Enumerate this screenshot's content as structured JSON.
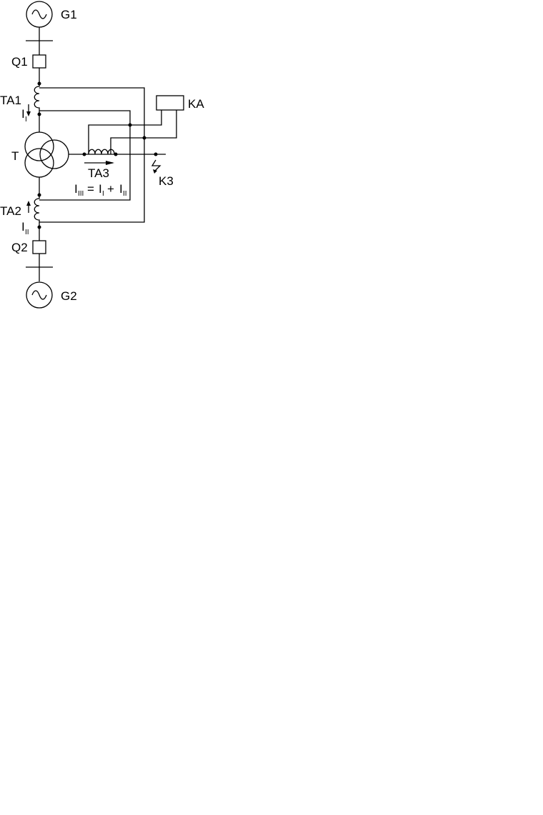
{
  "labels": {
    "g1": "G1",
    "g2": "G2",
    "q1": "Q1",
    "q2": "Q2",
    "ta1": "TA1",
    "ta2": "TA2",
    "ta3": "TA3",
    "t": "T",
    "ka": "KA",
    "k3": "K3",
    "i1_main": "I",
    "i1_sub": "I",
    "i2_main": "I",
    "i2_sub": "II",
    "eq_i": "I",
    "eq_sub_iii": "III",
    "eq_eq": "=",
    "eq_i1": "I",
    "eq_sub_i": "I",
    "eq_plus": "+",
    "eq_i2": "I",
    "eq_sub_ii": "II"
  }
}
